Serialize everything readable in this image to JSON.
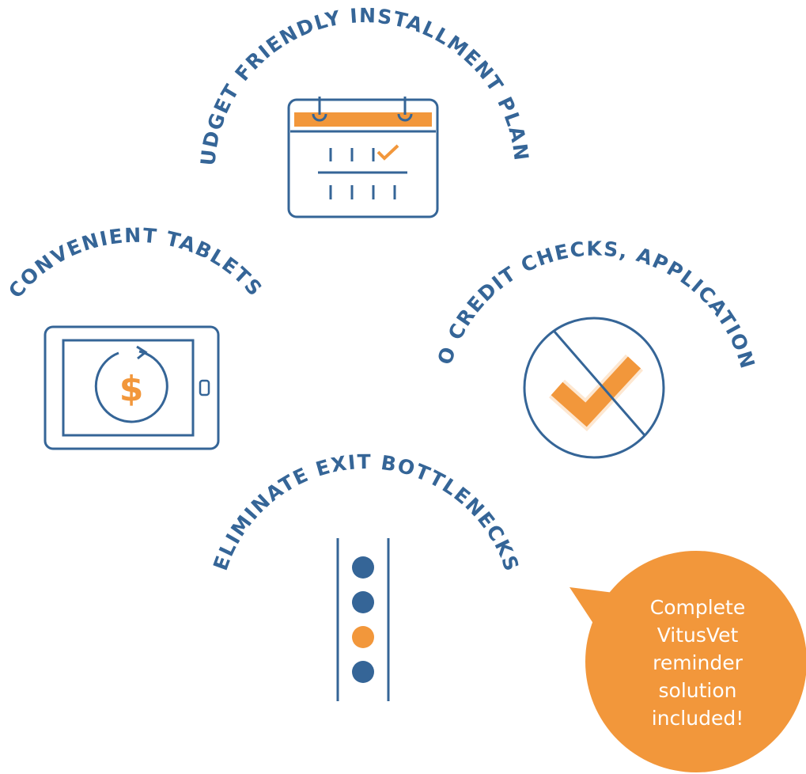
{
  "colors": {
    "navy": "#356597",
    "orange": "#f2973b",
    "orange_light": "#fde7d1",
    "white": "#ffffff"
  },
  "features": [
    {
      "label": "BUDGET FRIENDLY INSTALLMENT PLANS",
      "icon": "calendar-check-icon"
    },
    {
      "label": "CONVENIENT TABLETS",
      "icon": "tablet-dollar-icon"
    },
    {
      "label": "NO CREDIT CHECKS, APPLICATIONS",
      "icon": "no-check-icon"
    },
    {
      "label": "ELIMINATE EXIT BOTTLENECKS",
      "icon": "queue-icon"
    }
  ],
  "tablet": {
    "currency_symbol": "$"
  },
  "bubble": {
    "lines": [
      "Complete",
      "VitusVet",
      "reminder",
      "solution",
      "included!"
    ]
  }
}
